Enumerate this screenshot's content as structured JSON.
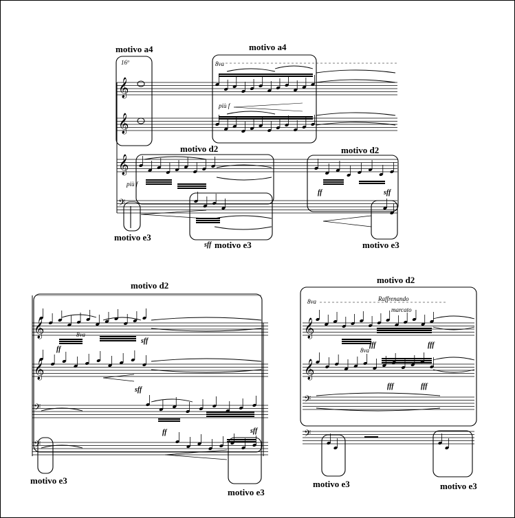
{
  "motif_labels": {
    "top_a4_left": "motivo a4",
    "top_a4_mid": "motivo a4",
    "top_d2_left": "motivo d2",
    "top_d2_right": "motivo d2",
    "top_e3_left": "motivo e3",
    "top_e3_mid": "motivo e3",
    "top_e3_right": "motivo e3",
    "bl_d2": "motivo d2",
    "bl_e3_left": "motivo e3",
    "bl_e3_right": "motivo e3",
    "br_d2": "motivo d2",
    "br_e3_left": "motivo e3",
    "br_e3_right": "motivo e3"
  },
  "markings": {
    "octava_16": "16ª",
    "octava_8a": "8va",
    "octava_8b": "8va",
    "octava_8c": "8va",
    "octava_8d": "8va",
    "piu_f_1": "più f",
    "piu_f_2": "più f",
    "raffrenando": "Raffrenando",
    "marcato": "marcato"
  },
  "dynamics": {
    "ff1": "ff",
    "sff1": "sff",
    "sff_mid": "sff",
    "ff2": "ff",
    "sff2": "sff",
    "ff3": "ff",
    "sff3": "sff",
    "sff4": "sff",
    "fff1": "fff",
    "fff2": "fff",
    "fff3": "fff",
    "fff4": "fff"
  }
}
